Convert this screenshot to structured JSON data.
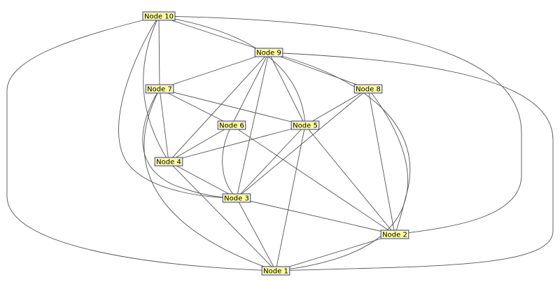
{
  "graph": {
    "nodes": [
      {
        "id": "n10",
        "label": "Node 10"
      },
      {
        "id": "n9",
        "label": "Node 9"
      },
      {
        "id": "n7",
        "label": "Node 7"
      },
      {
        "id": "n8",
        "label": "Node 8"
      },
      {
        "id": "n6",
        "label": "Node 6"
      },
      {
        "id": "n5",
        "label": "Node 5"
      },
      {
        "id": "n4",
        "label": "Node 4"
      },
      {
        "id": "n3",
        "label": "Node 3"
      },
      {
        "id": "n2",
        "label": "Node 2"
      },
      {
        "id": "n1",
        "label": "Node 1"
      }
    ],
    "edges": [
      [
        "n10",
        "n9"
      ],
      [
        "n10",
        "n7"
      ],
      [
        "n10",
        "n4"
      ],
      [
        "n10",
        "n3"
      ],
      [
        "n10",
        "n5"
      ],
      [
        "n10",
        "n1"
      ],
      [
        "n10",
        "n2"
      ],
      [
        "n9",
        "n7"
      ],
      [
        "n9",
        "n8"
      ],
      [
        "n9",
        "n6"
      ],
      [
        "n9",
        "n5"
      ],
      [
        "n9",
        "n4"
      ],
      [
        "n9",
        "n3"
      ],
      [
        "n9",
        "n2"
      ],
      [
        "n9",
        "n1"
      ],
      [
        "n7",
        "n6"
      ],
      [
        "n7",
        "n5"
      ],
      [
        "n7",
        "n4"
      ],
      [
        "n7",
        "n3"
      ],
      [
        "n7",
        "n1"
      ],
      [
        "n8",
        "n5"
      ],
      [
        "n8",
        "n3"
      ],
      [
        "n8",
        "n2"
      ],
      [
        "n8",
        "n1"
      ],
      [
        "n6",
        "n4"
      ],
      [
        "n6",
        "n3"
      ],
      [
        "n6",
        "n2"
      ],
      [
        "n5",
        "n4"
      ],
      [
        "n5",
        "n3"
      ],
      [
        "n5",
        "n2"
      ],
      [
        "n5",
        "n1"
      ],
      [
        "n4",
        "n3"
      ],
      [
        "n4",
        "n1"
      ],
      [
        "n3",
        "n2"
      ],
      [
        "n3",
        "n1"
      ],
      [
        "n2",
        "n1"
      ]
    ]
  }
}
